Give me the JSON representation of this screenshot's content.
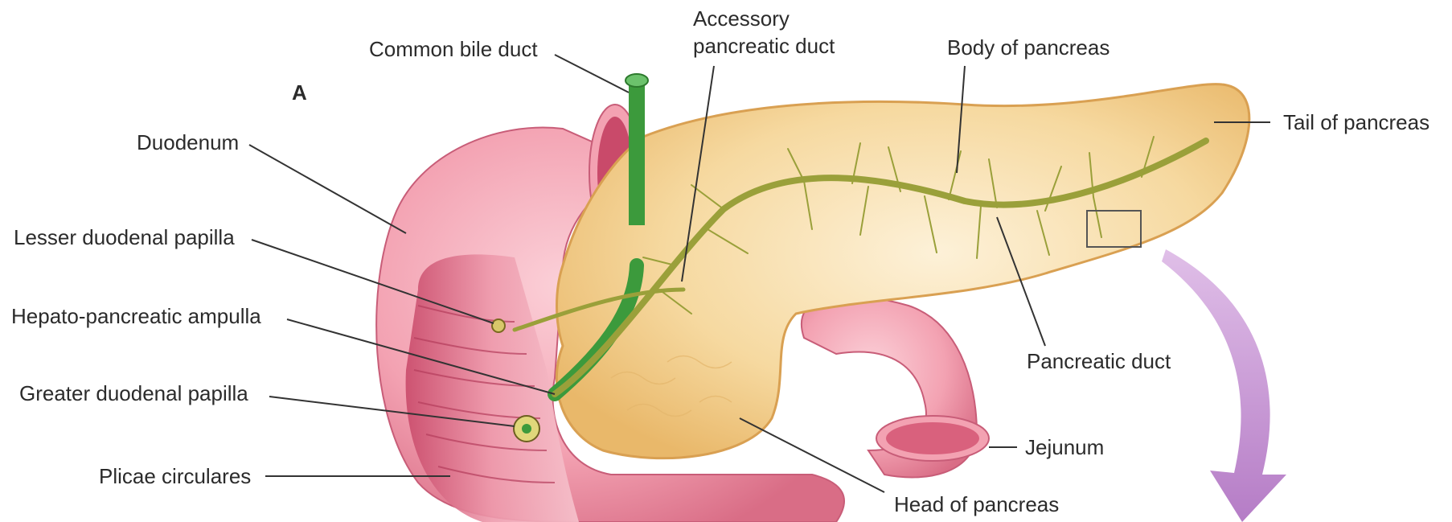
{
  "panel_letter": "A",
  "labels": {
    "common_bile_duct": "Common bile duct",
    "accessory_pancreatic_duct_line1": "Accessory",
    "accessory_pancreatic_duct_line2": "pancreatic duct",
    "body_of_pancreas": "Body of pancreas",
    "tail_of_pancreas": "Tail of pancreas",
    "duodenum": "Duodenum",
    "lesser_duodenal_papilla": "Lesser duodenal papilla",
    "hepato_pancreatic_ampulla": "Hepato-pancreatic ampulla",
    "greater_duodenal_papilla": "Greater duodenal papilla",
    "plicae_circulares": "Plicae circulares",
    "pancreatic_duct": "Pancreatic duct",
    "jejunum": "Jejunum",
    "head_of_pancreas": "Head of pancreas"
  },
  "colors": {
    "pancreas_fill": "#f6d9a0",
    "pancreas_edge": "#e2b064",
    "duodenum_fill": "#f3a2b2",
    "duodenum_inner": "#d9617d",
    "bile_duct": "#3c9a3c",
    "pancreatic_duct": "#9aa03a",
    "arrow": "#c48fd0"
  }
}
